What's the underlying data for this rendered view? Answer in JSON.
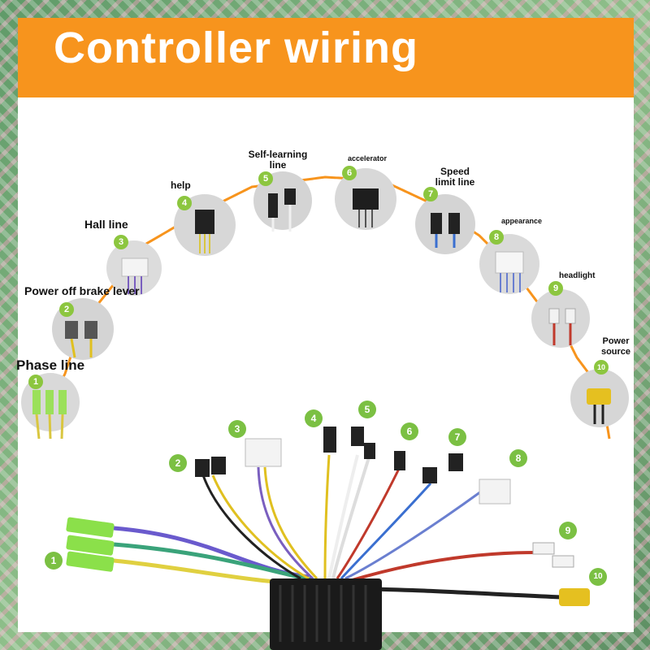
{
  "title": "Controller wiring",
  "colors": {
    "banner": "#f7941d",
    "badge": "#8cc63f",
    "connection_line": "#f7941d",
    "controller_body": "#1a1a1a"
  },
  "connectors": [
    {
      "number": "1",
      "label": "Phase line"
    },
    {
      "number": "2",
      "label": "Power off brake lever"
    },
    {
      "number": "3",
      "label": "Hall line"
    },
    {
      "number": "4",
      "label": "help"
    },
    {
      "number": "5",
      "label": "Self-learning line"
    },
    {
      "number": "6",
      "label": "accelerator"
    },
    {
      "number": "7",
      "label": "Speed limit line"
    },
    {
      "number": "8",
      "label": "appearance"
    },
    {
      "number": "9",
      "label": "headlight"
    },
    {
      "number": "10",
      "label": "Power source"
    }
  ]
}
